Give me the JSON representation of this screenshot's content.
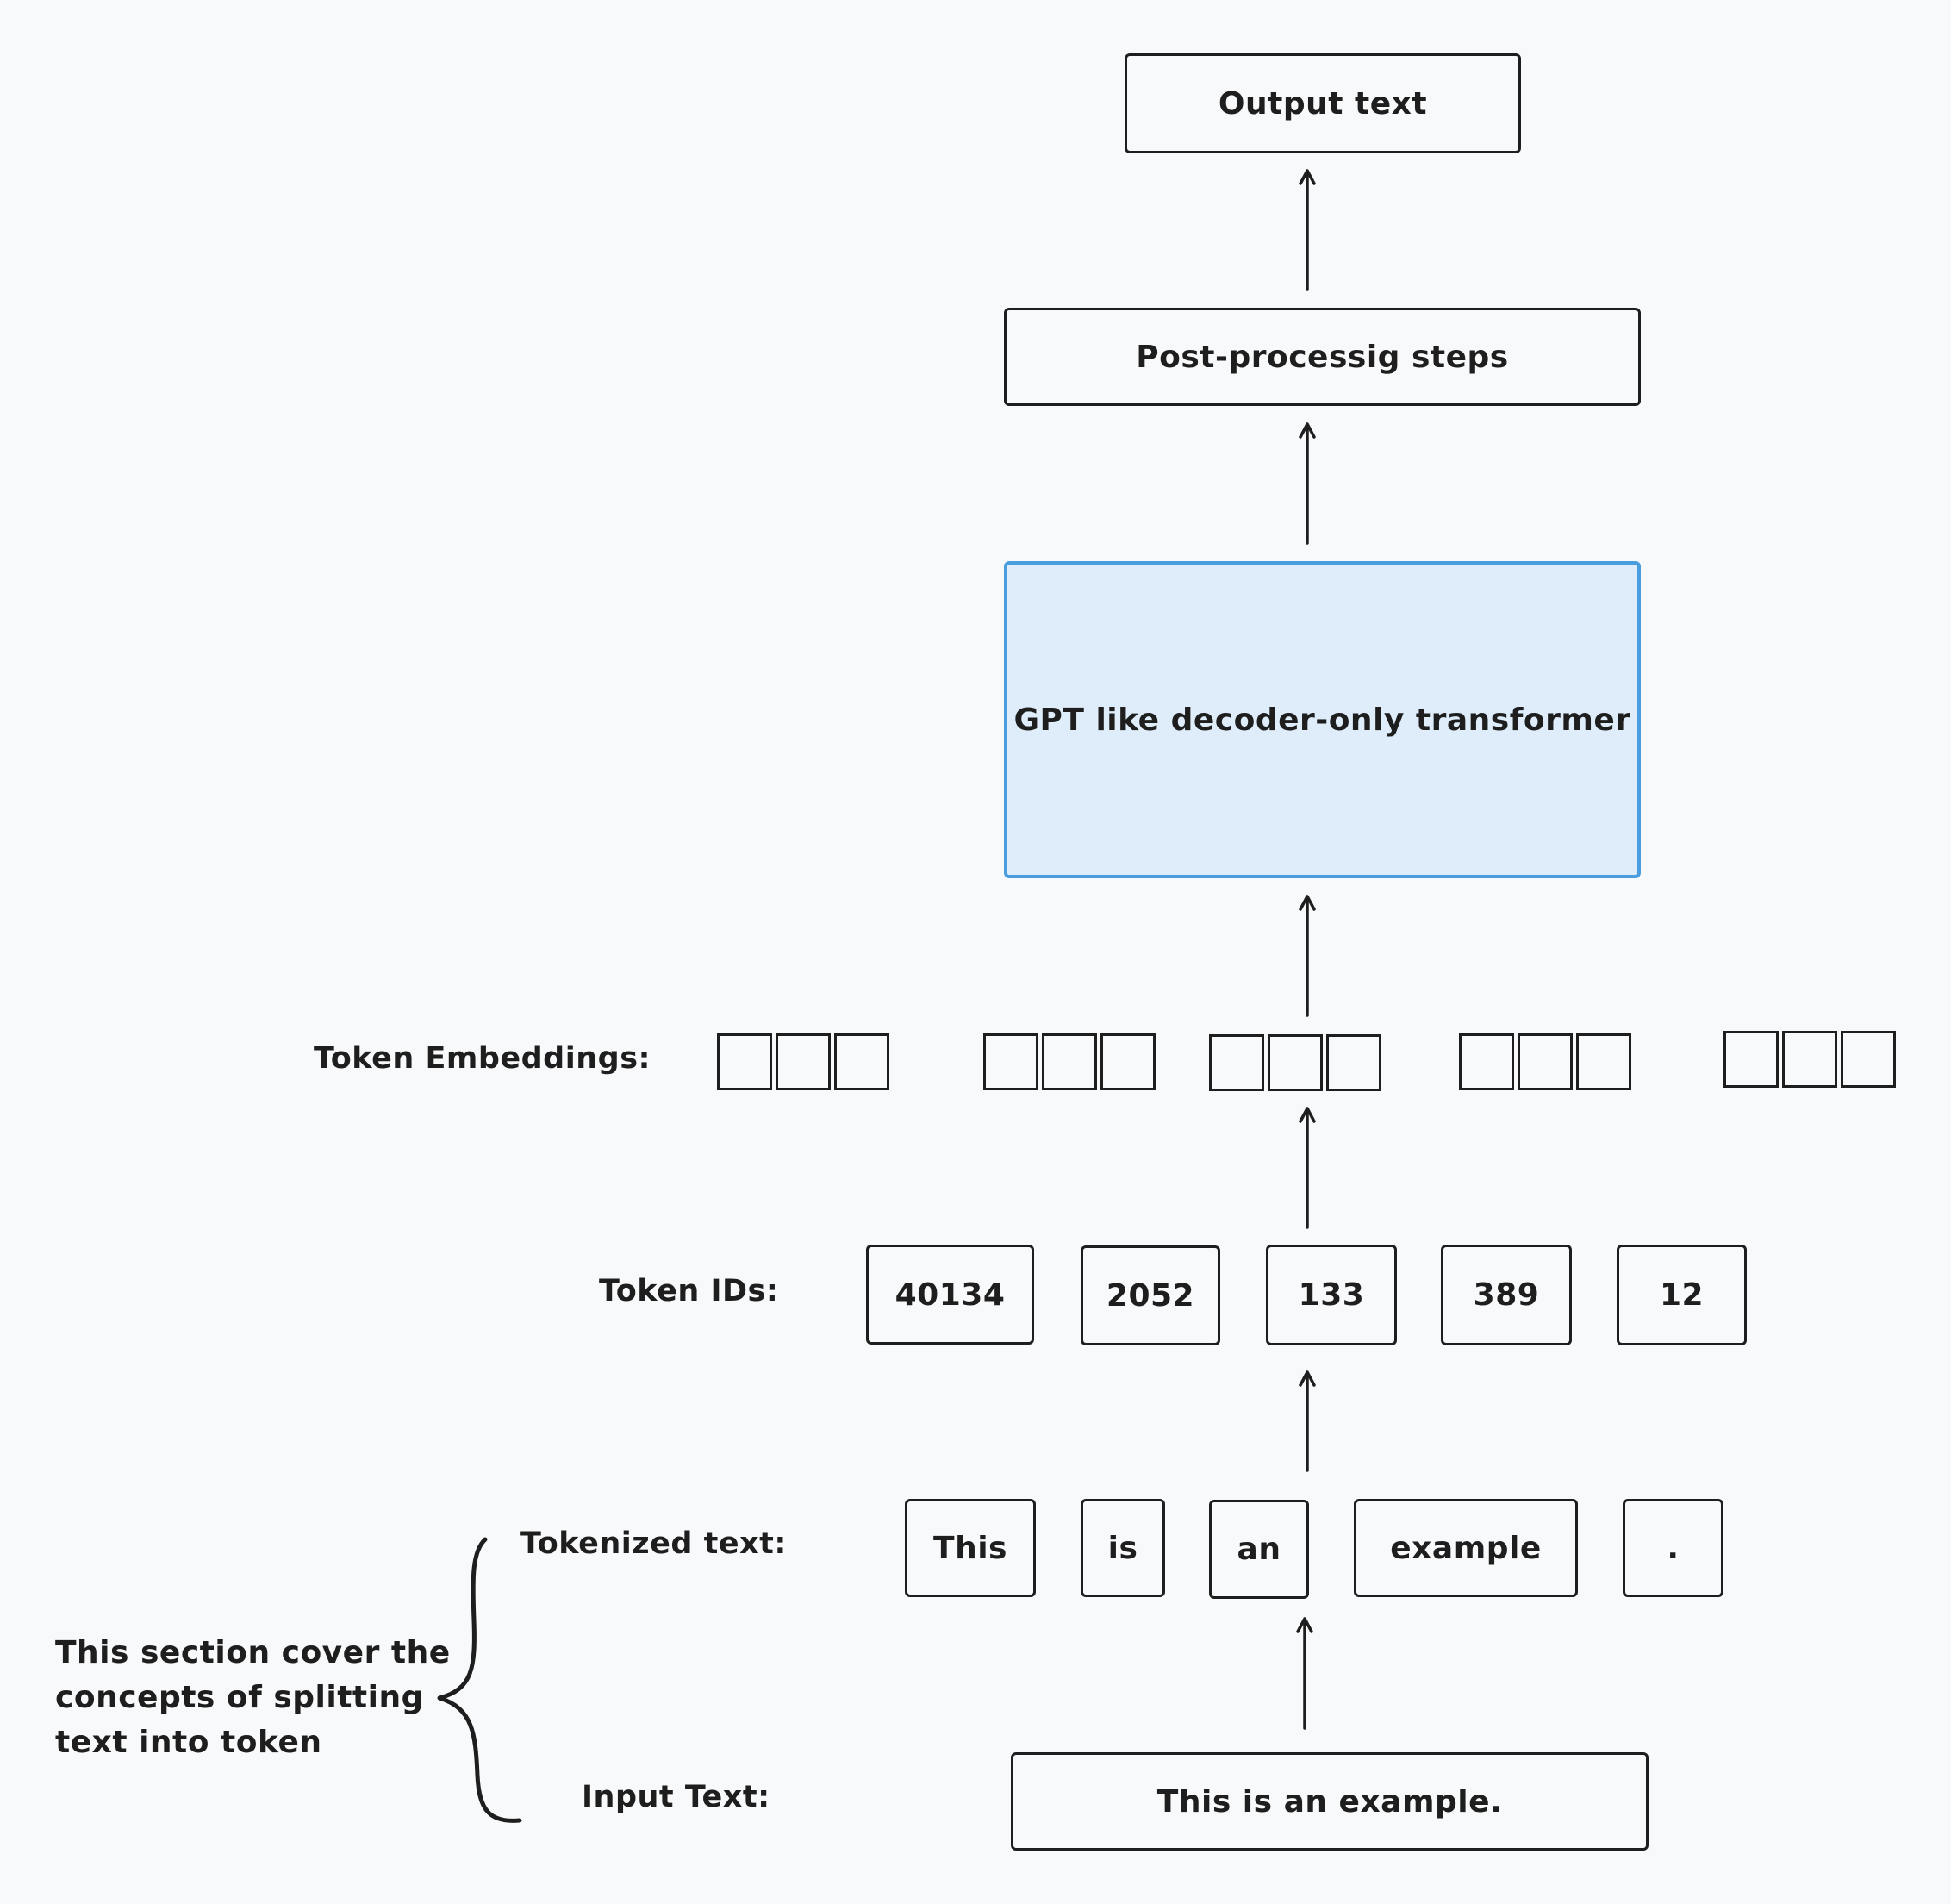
{
  "output": {
    "label": "Output text"
  },
  "post_processing": {
    "label": "Post-processig steps"
  },
  "model": {
    "label": "GPT like decoder-only transformer"
  },
  "token_embeddings": {
    "label": "Token Embeddings:"
  },
  "token_ids": {
    "label": "Token IDs:",
    "values": [
      "40134",
      "2052",
      "133",
      "389",
      "12"
    ]
  },
  "tokenized_text": {
    "label": "Tokenized text:",
    "tokens": [
      "This",
      "is",
      "an",
      "example",
      "."
    ]
  },
  "input_text": {
    "label": "Input Text:",
    "value": "This is an example."
  },
  "annotation": {
    "lines": [
      "This section cover the",
      "concepts of splitting",
      "text into token"
    ]
  },
  "colors": {
    "stroke": "#1e1e1e",
    "model_fill": "#deedf9",
    "model_stroke": "#4a9ee0",
    "background": "#f8f9fa"
  }
}
